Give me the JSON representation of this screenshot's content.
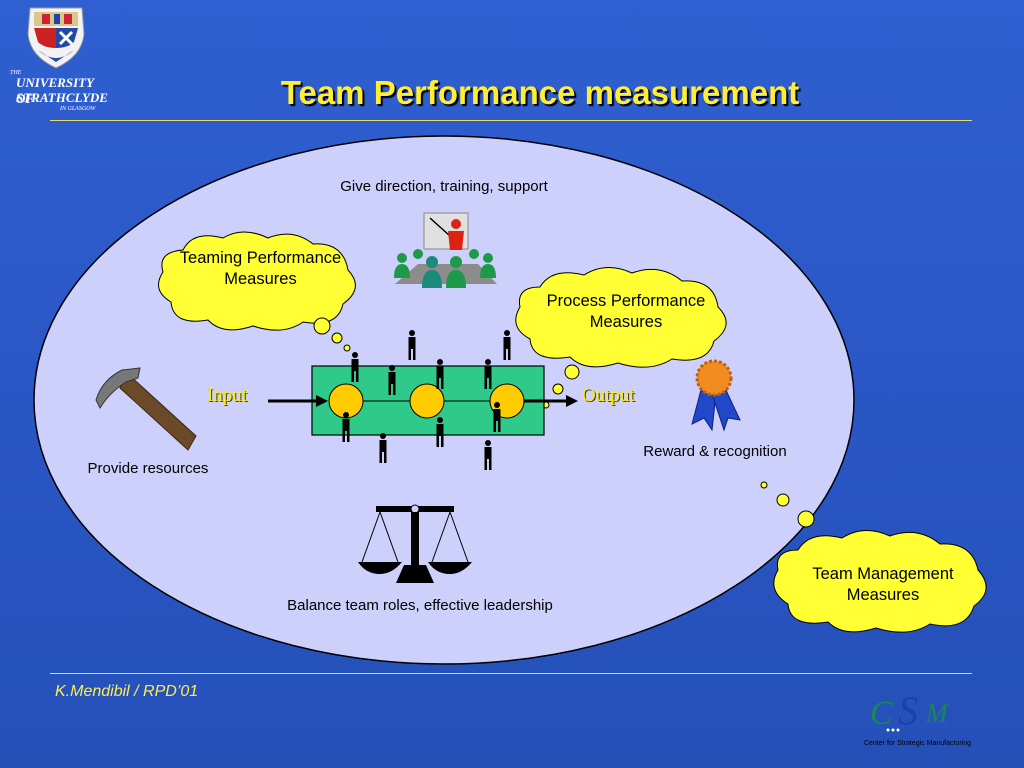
{
  "header": {
    "title": "Team Performance measurement",
    "logo_line1": "THE",
    "logo_line2": "UNIVERSITY OF",
    "logo_line3": "STRATHCLYDE",
    "logo_line4": "IN GLASGOW"
  },
  "diagram": {
    "top_label": "Give direction, training, support",
    "left_label": "Provide resources",
    "right_label": "Reward & recognition",
    "bottom_label": "Balance team roles, effective leadership",
    "input_label": "Input",
    "output_label": "Output",
    "cloud_teaming": [
      "Teaming Performance",
      "Measures"
    ],
    "cloud_process": [
      "Process Performance",
      "Measures"
    ],
    "cloud_management": [
      "Team Management",
      "Measures"
    ]
  },
  "footer": {
    "author": "K.Mendibil / RPD’01",
    "csm_logo": "CSM",
    "csm_caption": "Center for Strategic Manufacturing"
  },
  "colors": {
    "background": "#2a56c4",
    "title": "#ffee33",
    "ellipse": "#cdd0fb",
    "cloud": "#ffff33",
    "process_box": "#2fc98a",
    "node": "#ffcc00"
  }
}
